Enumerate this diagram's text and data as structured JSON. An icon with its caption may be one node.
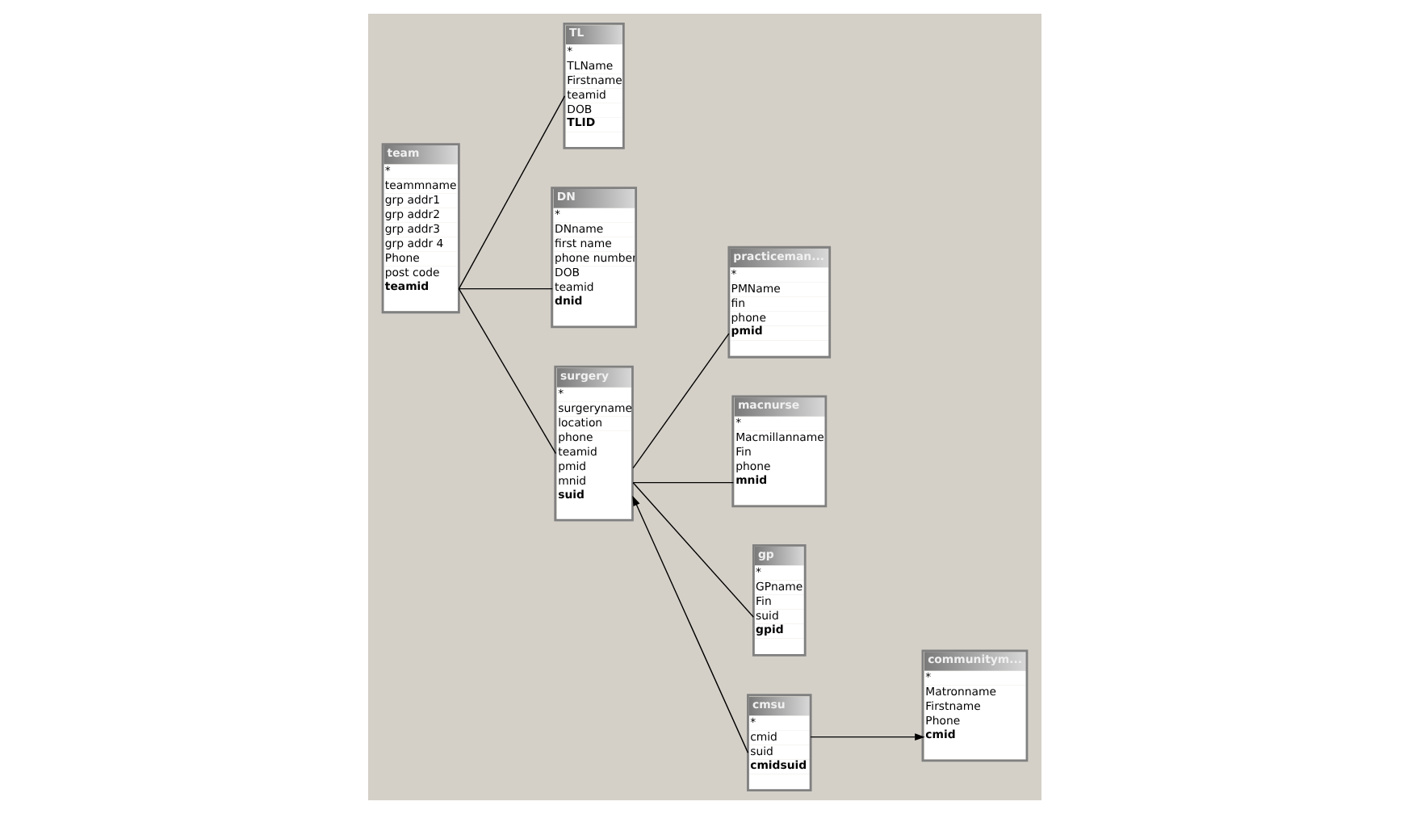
{
  "diagram": {
    "nodes": [
      {
        "text": [
          "team",
          "*",
          "teammname",
          "grp addr1",
          "grp addr2",
          "grp addr3",
          "grp addr 4",
          "Phone",
          "post code",
          "teamid"
        ]
      },
      {
        "text": [
          "TL",
          "*",
          "TLName",
          "Firstname",
          "teamid",
          "DOB",
          "TLID"
        ]
      },
      {
        "text": [
          "DN",
          "*",
          "DNname",
          "first name",
          "phone number",
          "DOB",
          "teamid",
          "dnid"
        ]
      },
      {
        "text": [
          "surgery",
          "*",
          "surgeryname",
          "location",
          "phone",
          "teamid",
          "pmid",
          "mnid",
          "suid"
        ]
      },
      {
        "text": [
          "practiceman...",
          "*",
          "PMName",
          "fin",
          "phone",
          "pmid"
        ]
      },
      {
        "text": [
          "macnurse",
          "*",
          "Macmillanname",
          "Fin",
          "phone",
          "mnid"
        ]
      },
      {
        "text": [
          "gp",
          "*",
          "GPname",
          "Fin",
          "suid",
          "gpid"
        ]
      },
      {
        "text": [
          "cmsu",
          "*",
          "cmid",
          "suid",
          "cmidsuid"
        ]
      },
      {
        "text": [
          "communitym...",
          "*",
          "Matronname",
          "Firstname",
          "Phone",
          "cmid"
        ]
      }
    ],
    "edges": [
      {
        "from": 0,
        "to": 1,
        "arrow": "none"
      },
      {
        "from": 0,
        "to": 3,
        "arrow": "none"
      },
      {
        "from": 0,
        "to": 2,
        "arrow": "none"
      },
      {
        "from": 3,
        "to": 4,
        "arrow": "none"
      },
      {
        "from": 3,
        "to": 5,
        "arrow": "none"
      },
      {
        "from": 3,
        "to": 6,
        "arrow": "none"
      },
      {
        "from": 7,
        "to": 3,
        "arrow": "to"
      },
      {
        "from": 7,
        "to": 8,
        "arrow": "to"
      }
    ]
  }
}
